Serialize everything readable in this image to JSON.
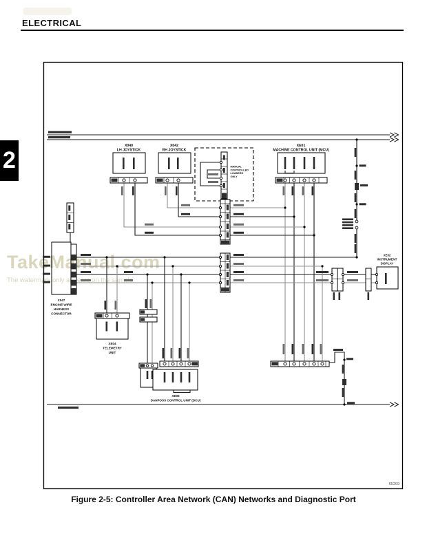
{
  "page": {
    "section_header": "ELECTRICAL",
    "chapter_tab": "2",
    "figure_caption": "Figure 2-5: Controller Area Network (CAN) Networks and Diagnostic Port",
    "figure_number": "65269"
  },
  "watermark": {
    "title": "TakeManual.com",
    "subtitle": "The watermark only appears on the sample",
    "color": "#d9d6bc"
  },
  "diagram": {
    "wire_colors": {
      "primary": "#1a1a1a",
      "secondary": "#8f8f8f"
    },
    "components": {
      "lh_joystick": {
        "id": "X040",
        "line1": "LH JOYSTICK"
      },
      "rh_joystick": {
        "id": "X042",
        "line1": "RH JOYSTICK"
      },
      "mcu": {
        "id": "XE01",
        "line1": "MACHINE CONTROL UNIT (MCU)"
      },
      "loader_note": {
        "line1": "MANUAL",
        "line2": "CONTROLLED",
        "line3": "LOADERS",
        "line4": "ONLY"
      },
      "engine_harness": {
        "id": "X047",
        "line1": "ENGINE WIRE",
        "line2": "HARNESS",
        "line3": "CONNECTOR"
      },
      "telemetry": {
        "id": "XE04",
        "line1": "TELEMETRY",
        "line2": "UNIT"
      },
      "danfoss": {
        "id": "XE05",
        "line1": "DANFOSS CONTROL UNIT (DCU)"
      },
      "instrument_display": {
        "id": "XE02",
        "line1": "INSTRUMENT",
        "line2": "DISPLAY"
      }
    }
  }
}
